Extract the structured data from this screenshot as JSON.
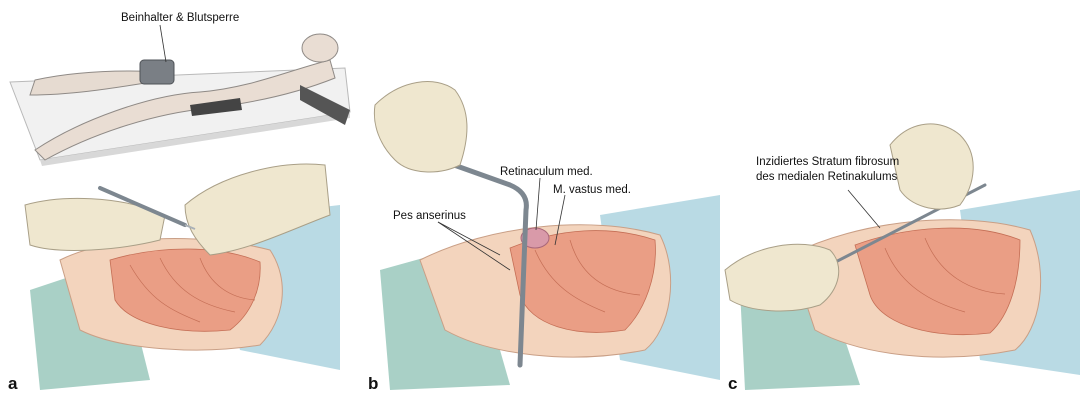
{
  "panels": [
    {
      "letter": "a",
      "labels": {
        "leg_holder": "Beinhalter & Blutsperre"
      }
    },
    {
      "letter": "b",
      "labels": {
        "pes_anserinus": "Pes anserinus",
        "retinaculum": "Retinaculum med.",
        "vastus": "M. vastus med."
      }
    },
    {
      "letter": "c",
      "labels": {
        "incised_line1": "Inzidiertes Stratum fibrosum",
        "incised_line2": "des medialen Retinakulums"
      }
    }
  ],
  "colors": {
    "drape_green": "#9cc9c0",
    "drape_blue": "#b8d8e3",
    "skin": "#f1cfb4",
    "muscle": "#e9957c",
    "glove": "#efe7cf",
    "instrument": "#7d8790"
  }
}
